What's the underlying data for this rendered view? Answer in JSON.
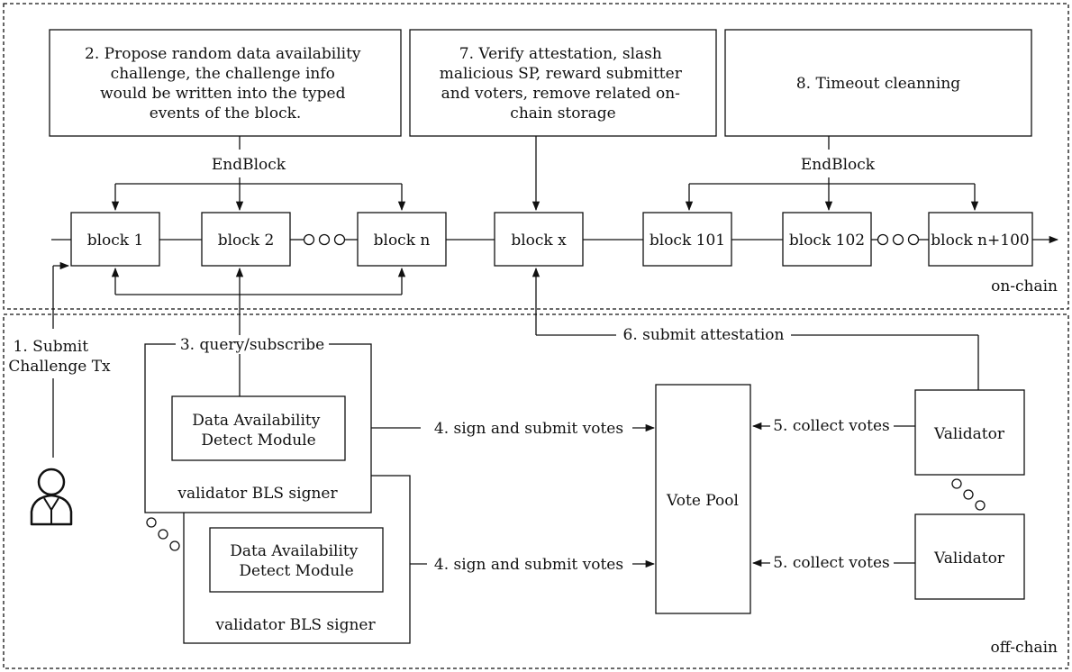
{
  "regions": {
    "onchain": "on-chain",
    "offchain": "off-chain"
  },
  "steps": {
    "s1": [
      "1. Submit",
      "Challenge Tx"
    ],
    "s2": [
      "2. Propose random data availability",
      "challenge, the challenge info",
      "would be written into the typed",
      "events of the block."
    ],
    "s3": "3. query/subscribe",
    "s4": "4. sign and submit votes",
    "s5": "5. collect votes",
    "s6": "6. submit attestation",
    "s7": [
      "7. Verify attestation, slash",
      "malicious SP, reward submitter",
      "and voters, remove related on-",
      "chain storage"
    ],
    "s8": "8. Timeout cleanning"
  },
  "endblock": "EndBlock",
  "blocks": {
    "b1": "block 1",
    "b2": "block 2",
    "bn": "block n",
    "bx": "block x",
    "b101": "block 101",
    "b102": "block 102",
    "bn100": "block n+100"
  },
  "modules": {
    "detect": [
      "Data Availability",
      "Detect Module"
    ],
    "signer": "validator BLS signer",
    "validator": "Validator",
    "vote_pool": "Vote Pool"
  },
  "icons": {
    "user": "user-icon",
    "ellipsis": "ellipsis-icon"
  }
}
